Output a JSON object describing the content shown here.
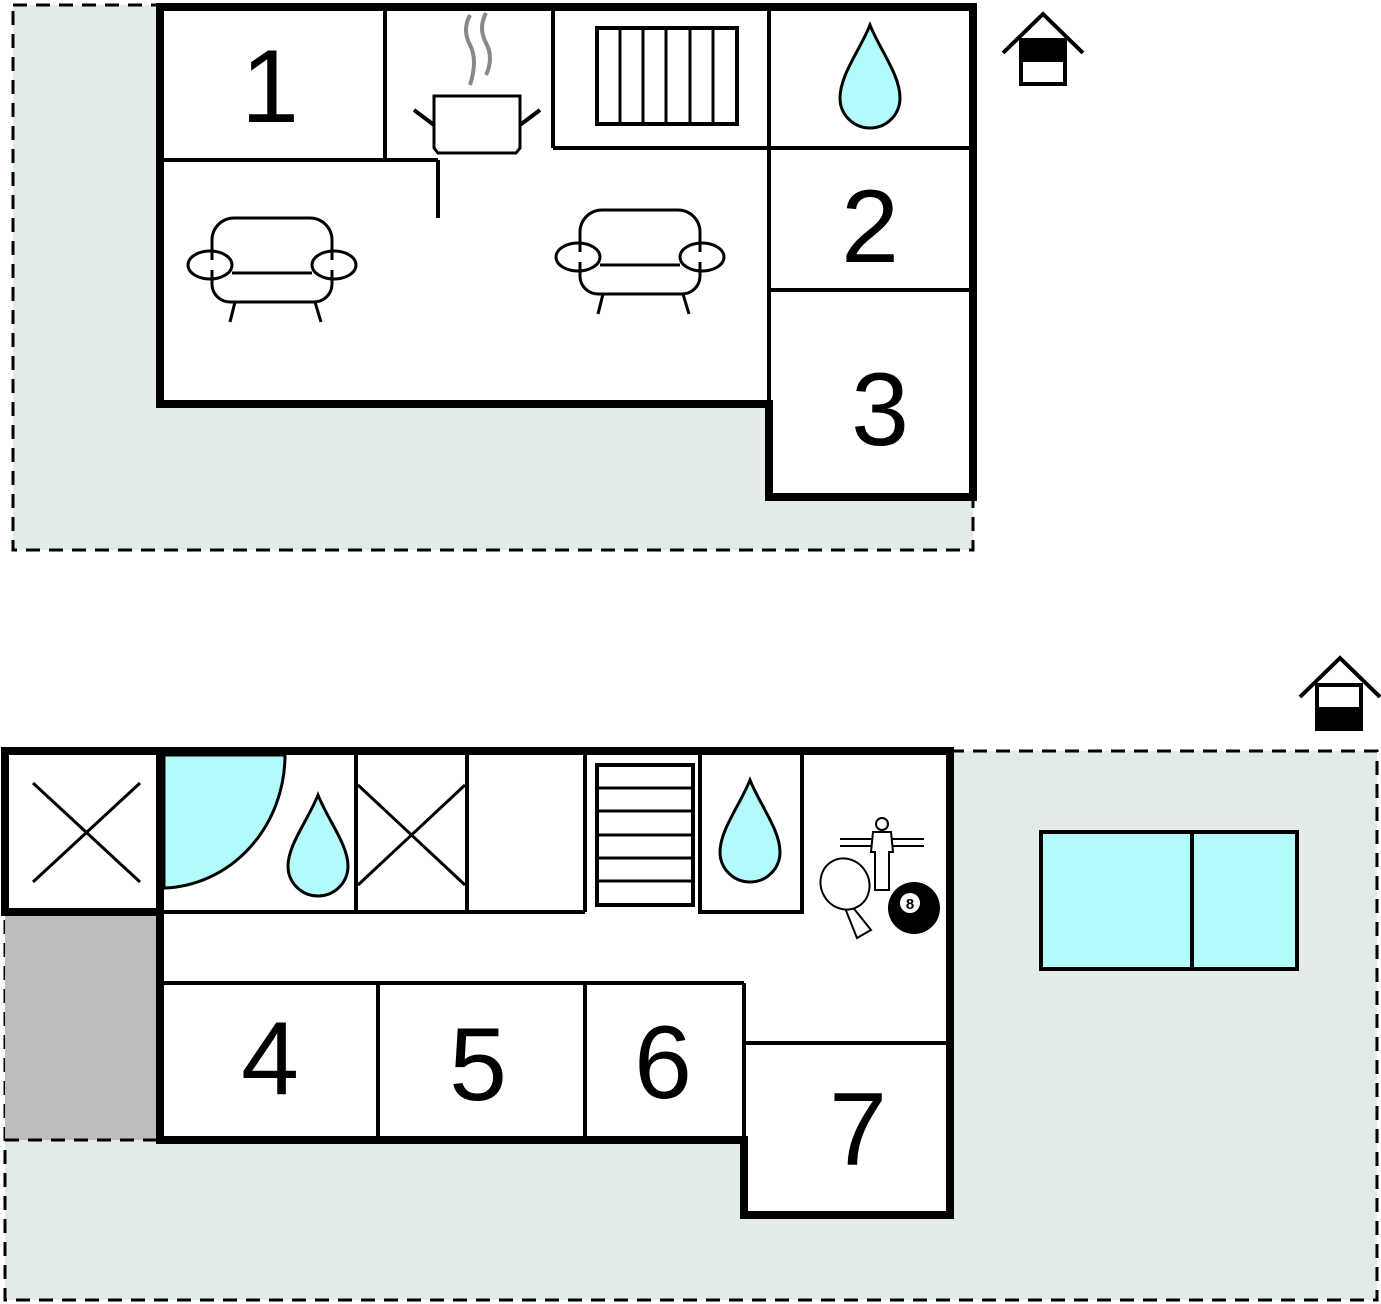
{
  "upper_floor": {
    "rooms": [
      {
        "label": "1"
      },
      {
        "label": "2"
      },
      {
        "label": "3"
      }
    ],
    "icons": [
      "kitchen-pot-icon",
      "stairs-icon",
      "water-drop-icon",
      "sofa-icon",
      "sofa-icon",
      "floor-indicator-upper-icon"
    ]
  },
  "ground_floor": {
    "rooms": [
      {
        "label": "4"
      },
      {
        "label": "5"
      },
      {
        "label": "6"
      },
      {
        "label": "7"
      }
    ],
    "icons": [
      "shower-icon",
      "water-drop-icon",
      "x-mark-icon",
      "stairs-icon",
      "table-football-icon",
      "table-tennis-icon",
      "billiard-ball-icon",
      "pool-icon",
      "floor-indicator-ground-icon"
    ],
    "billiard_label": "8"
  },
  "colors": {
    "terrace": "#e2ebea",
    "water": "#b3fbfb",
    "storage": "#bdbdbd",
    "steam": "#888888"
  }
}
